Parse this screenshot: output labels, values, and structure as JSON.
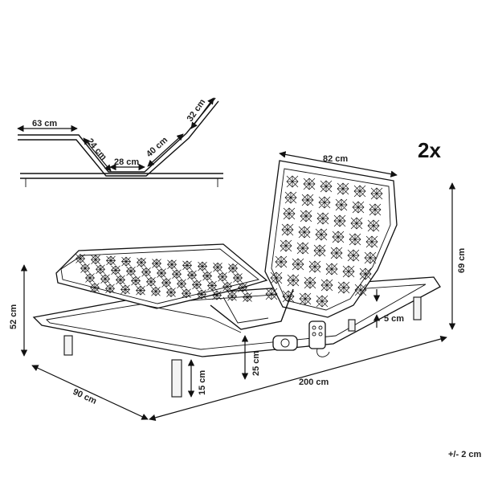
{
  "quantity_label": "2x",
  "tolerance": "+/- 2 cm",
  "profile_dims": {
    "head": "63 cm",
    "seat": "28 cm",
    "hip": "24 cm",
    "thigh": "40 cm",
    "calf": "32 cm"
  },
  "bed_dims": {
    "headrest_width": "82 cm",
    "total_height": "52 cm",
    "backrest_height": "69 cm",
    "width": "90 cm",
    "length": "200 cm",
    "leg_height": "15 cm",
    "frame_clearance": "25 cm",
    "frame_height": "5 cm"
  }
}
